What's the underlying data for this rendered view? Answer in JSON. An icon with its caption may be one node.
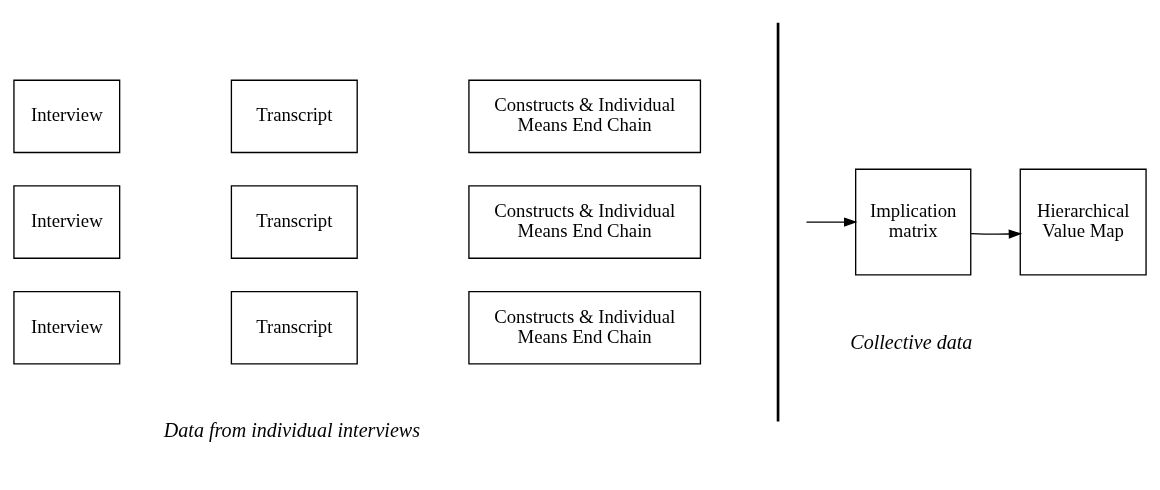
{
  "diagram": {
    "nodes": [
      {
        "text": [
          "Interview"
        ]
      },
      {
        "text": [
          "Transcript"
        ]
      },
      {
        "text": [
          "Constructs & Individual Means End Chain"
        ]
      },
      {
        "text": [
          "Interview"
        ]
      },
      {
        "text": [
          "Transcript"
        ]
      },
      {
        "text": [
          "Constructs & Individual Means End Chain"
        ]
      },
      {
        "text": [
          "Interview"
        ]
      },
      {
        "text": [
          "Transcript"
        ]
      },
      {
        "text": [
          "Constructs & Individual Means End Chain"
        ]
      },
      {
        "text": [
          "Implication matrix"
        ]
      },
      {
        "text": [
          "Hierarchical Value Map"
        ]
      }
    ],
    "edges": [
      {
        "from": null,
        "to": 9,
        "arrow": "to"
      },
      {
        "from": 9,
        "to": 10,
        "arrow": "to"
      }
    ],
    "labels": [
      "Data from individual interviews",
      "Collective data"
    ]
  }
}
